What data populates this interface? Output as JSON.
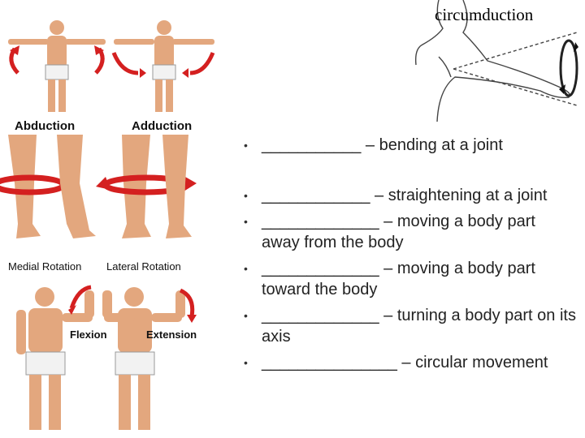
{
  "figures": {
    "circumduction": "circumduction",
    "abduction": "Abduction",
    "adduction": "Adduction",
    "medial_rotation": "Medial Rotation",
    "lateral_rotation": "Lateral Rotation",
    "flexion": "Flexion",
    "extension": "Extension"
  },
  "bullets": [
    {
      "text": "___________ – bending at a joint"
    },
    {
      "text": "____________ – straightening at a joint"
    },
    {
      "text": "_____________ – moving a body part away from the body"
    },
    {
      "text": "_____________ – moving a body part toward the body"
    },
    {
      "text": "_____________ – turning a body part on its axis"
    },
    {
      "text": "_______________ – circular movement"
    }
  ],
  "colors": {
    "arrow": "#d42020",
    "skin": "#e3a77e",
    "shorts": "#f2f2f2"
  }
}
